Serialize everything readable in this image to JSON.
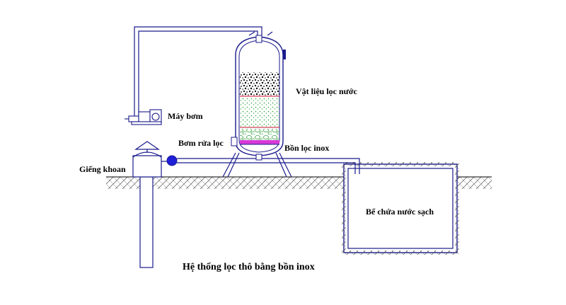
{
  "diagram": {
    "title": "Hệ thống lọc thô bằng bồn inox",
    "labels": {
      "pump": "Máy bơm",
      "filter_media": "Vật liệu lọc nước",
      "backwash_pump": "Bơm rửa lọc",
      "tank": "Bồn lọc inox",
      "well": "Giếng khoan",
      "clean_tank": "Bể chứa nước sạch"
    },
    "colors": {
      "line": "#1a1a8c",
      "gravel_green": "#2e9e3a",
      "sand_red": "#c8102e",
      "support_magenta": "#d63ad6",
      "backwash_dot": "#1f1fd9",
      "black": "#000000"
    },
    "icons": [
      "pump-icon",
      "well-cap-icon",
      "backwash-pump-dot-icon"
    ]
  }
}
